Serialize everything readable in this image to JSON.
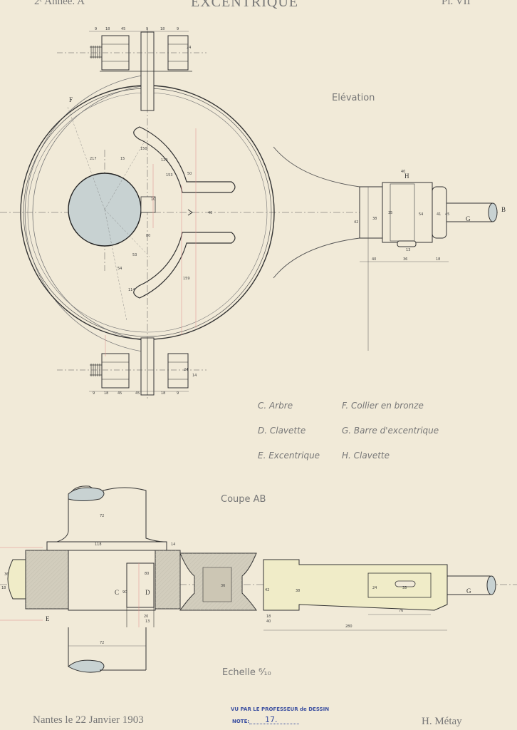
{
  "header": {
    "year_class": "2ᵉ Année. A",
    "title": "EXCENTRIQUE",
    "plate": "Pl. VII"
  },
  "views": {
    "elevation": "Elévation",
    "section": "Coupe AB"
  },
  "legend": {
    "c": "C. Arbre",
    "d": "D. Clavette",
    "e": "E. Excentrique",
    "f": "F. Collier en bronze",
    "g": "G. Barre d'excentrique",
    "h": "H. Clavette"
  },
  "scale": "Echelle ⁶⁄₁₀",
  "footer": {
    "place_date": "Nantes le 22 Janvier 1903",
    "signature": "H. Métay",
    "stamp_line1": "VU PAR LE PROFESSEUR de DESSIN",
    "stamp_note_label": "NOTE:",
    "stamp_note_value": "17."
  },
  "labels": {
    "f": "F",
    "b": "B",
    "g": "G",
    "h": "H",
    "c": "C",
    "d": "D",
    "e": "E",
    "g2": "G"
  },
  "dims": {
    "top_bolt": [
      "9",
      "18",
      "45",
      "9",
      "18",
      "9"
    ],
    "bottom_bolt": [
      "9",
      "18",
      "45",
      "45",
      "18",
      "9"
    ],
    "bolt_side": "24",
    "bolt_side2": "24",
    "bolt_side3": "14",
    "r1": "217",
    "r2": "150",
    "r3": "120",
    "r4": "153",
    "w1": "15",
    "w2": "10",
    "w3": "50",
    "w4": "80",
    "w5": "53",
    "w6": "54",
    "w7": "114",
    "w8": "159",
    "hub_h": "40",
    "rod_d1": "42",
    "rod_d2": "38",
    "rod_d3": "35",
    "rod_d4": "54",
    "rod_d5": "41",
    "rod_d6": "45",
    "rod_d7": "40",
    "rod_w1": "40",
    "rod_w2": "36",
    "rod_w3": "18",
    "rod_w4": "13",
    "sec_top1": "72",
    "sec_top2": "118",
    "sec_top3": "14",
    "sec_d1": "36",
    "sec_d2": "18",
    "sec_c": "90",
    "sec_d3": "80",
    "sec_d4": "36",
    "sec_d5": "42",
    "sec_d6": "38",
    "sec_d7": "24",
    "sec_d8": "35",
    "sec_w1": "76",
    "sec_w2": "280",
    "sec_w3": "18",
    "sec_w4": "20",
    "sec_w5": "13",
    "sec_w6": "40",
    "sec_bot": "72"
  }
}
